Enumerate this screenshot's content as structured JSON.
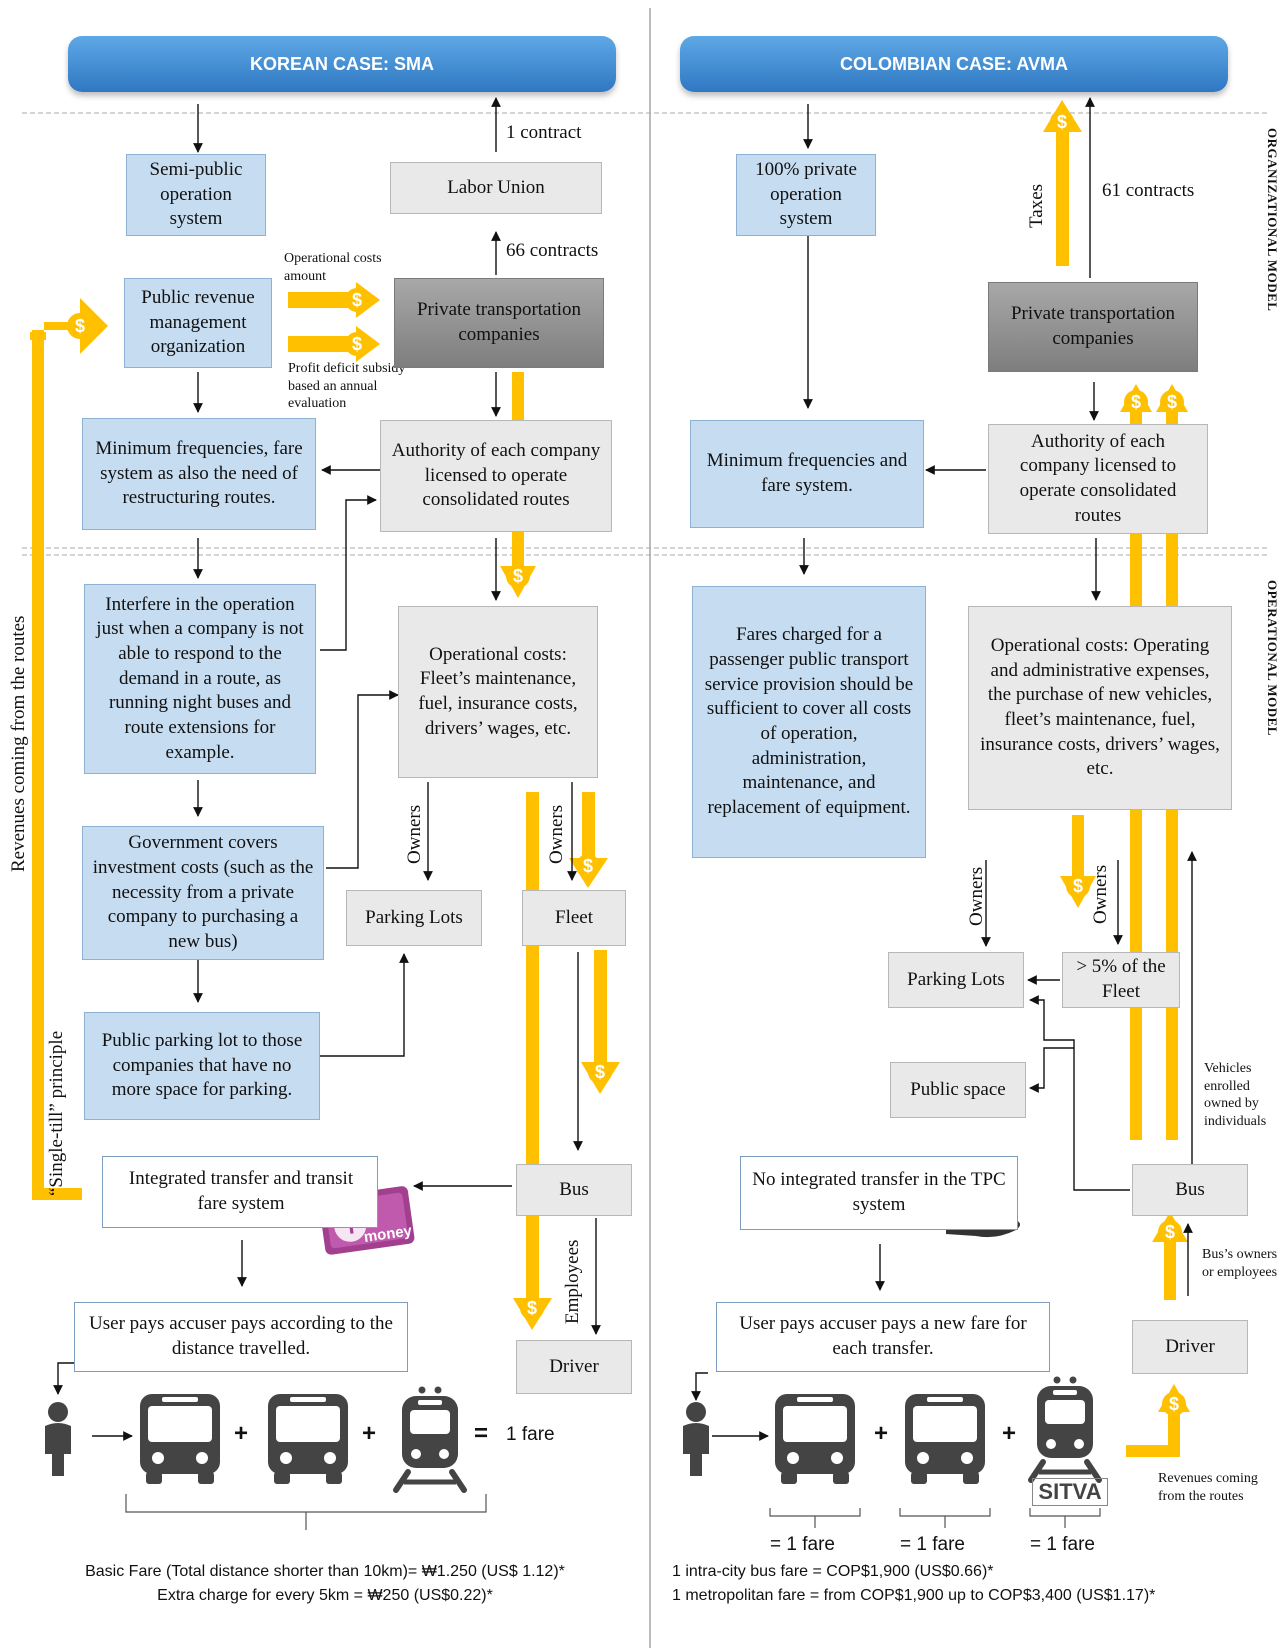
{
  "headers": {
    "left": "KOREAN CASE: SMA",
    "right": "COLOMBIAN CASE: AVMA"
  },
  "side_labels": {
    "organizational": "ORGANIZATIONAL MODEL",
    "operational": "OPERATIONAL MODEL"
  },
  "korea": {
    "semi_public": "Semi-public operation system",
    "labor_union": "Labor Union",
    "one_contract": "1 contract",
    "sixtysix_contracts": "66 contracts",
    "public_revenue": "Public revenue management organization",
    "operational_costs_amount": "Operational costs amount",
    "profit_deficit": "Profit deficit subsidy based an annual evaluation",
    "private_companies": "Private transportation companies",
    "min_freq": "Minimum frequencies, fare system as also the need of restructuring routes.",
    "authority": "Authority of each company licensed to operate consolidated routes",
    "interfere": "Interfere in the operation just when a company is not able to respond to the demand in a route, as running night buses and route extensions for example.",
    "op_costs": "Operational costs: Fleet’s maintenance, fuel, insurance costs, drivers’ wages, etc.",
    "gov_covers": "Government covers investment costs (such as the necessity from a private company to purchasing a new bus)",
    "owners": "Owners",
    "parking": "Parking Lots",
    "fleet": "Fleet",
    "public_parking": "Public parking lot to those companies that have no more space for parking.",
    "integrated": "Integrated transfer and transit fare system",
    "bus": "Bus",
    "employees": "Employees",
    "user_pays": "User pays accuser pays according to the distance travelled.",
    "driver": "Driver",
    "revenues_routes": "Revenues coming from the routes",
    "single_till": "“Single-till” principle",
    "one_fare": "1 fare",
    "card_text": "money",
    "foot1": "Basic Fare (Total distance shorter than 10km)= ₩1.250 (US$ 1.12)*",
    "foot2": "Extra charge for every 5km = ₩250 (US$0.22)*"
  },
  "colombia": {
    "private_system": "100% private operation system",
    "taxes": "Taxes",
    "sixtyone": "61 contracts",
    "private_companies": "Private transportation companies",
    "min_freq": "Minimum frequencies and fare system.",
    "authority": "Authority of each company licensed to operate consolidated routes",
    "fares_charged": "Fares charged for a passenger public transport service provision should be sufficient to cover all costs of operation, administration, maintenance, and replacement of equipment.",
    "op_costs": "Operational costs: Operating and administrative expenses, the purchase of new vehicles, fleet’s maintenance, fuel, insurance costs, drivers’ wages, etc.",
    "owners": "Owners",
    "parking": "Parking Lots",
    "five_pct": "> 5% of the Fleet",
    "public_space": "Public space",
    "vehicles_enrolled": "Vehicles enrolled owned by individuals",
    "no_integrated": "No integrated transfer in the TPC system",
    "bus": "Bus",
    "bus_owners": "Bus’s owners or employees",
    "user_pays": "User pays accuser pays a new fare for each transfer.",
    "driver": "Driver",
    "sitva": "SITVA",
    "revenues_routes": "Revenues coming from the routes",
    "fare_each": "= 1 fare",
    "foot1": "1 intra-city bus fare = COP$1,900 (US$0.66)*",
    "foot2": "1 metropolitan fare = from COP$1,900 up to COP$3,400  (US$1.17)*"
  },
  "symbols": {
    "plus": "+",
    "equals": "=",
    "dollar": "$"
  },
  "colors": {
    "header": "#3a8ad4",
    "blue_box": "#c6dcf0",
    "gray_box": "#e9e9e9",
    "dark_box": "#8c8c8c",
    "money_arrow": "#ffc000",
    "icon": "#444444"
  },
  "icons": [
    "dollar-icon",
    "person-icon",
    "bus-icon",
    "train-icon",
    "tmoney-card-icon",
    "cash-hand-icon"
  ]
}
